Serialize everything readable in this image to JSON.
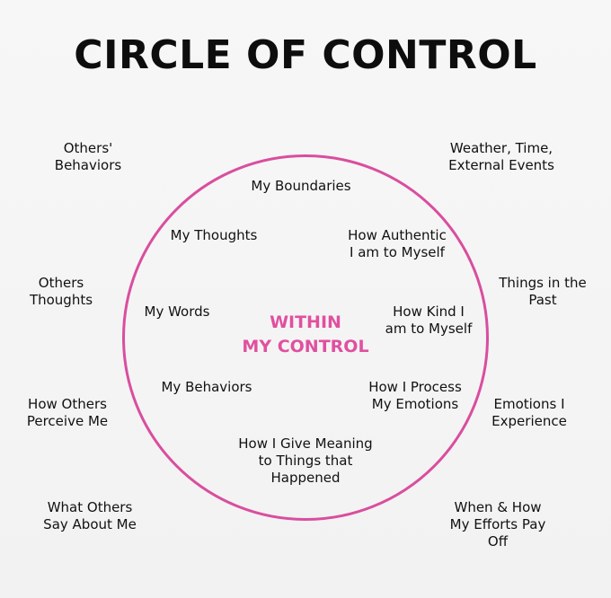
{
  "title": "CIRCLE OF CONTROL",
  "center_label": "WITHIN\nMY CONTROL",
  "inside_items": {
    "boundaries": "My Boundaries",
    "thoughts": "My Thoughts",
    "authentic": "How Authentic\nI am to Myself",
    "words": "My Words",
    "kind": "How Kind I\nam to Myself",
    "behaviors": "My Behaviors",
    "process_emotions": "How I Process\nMy Emotions",
    "meaning": "How I Give Meaning\nto Things that\nHappened"
  },
  "outside_items": {
    "others_behaviors": "Others'\nBehaviors",
    "weather": "Weather, Time,\nExternal Events",
    "others_thoughts": "Others\nThoughts",
    "past": "Things in the\nPast",
    "perceive": "How Others\nPerceive Me",
    "emotions_experience": "Emotions I\nExperience",
    "say_about": "What Others\nSay About Me",
    "efforts": "When & How\nMy Efforts Pay\nOff"
  },
  "colors": {
    "accent": "#d94e9e",
    "title": "#0d0d0d",
    "text": "#111111"
  }
}
